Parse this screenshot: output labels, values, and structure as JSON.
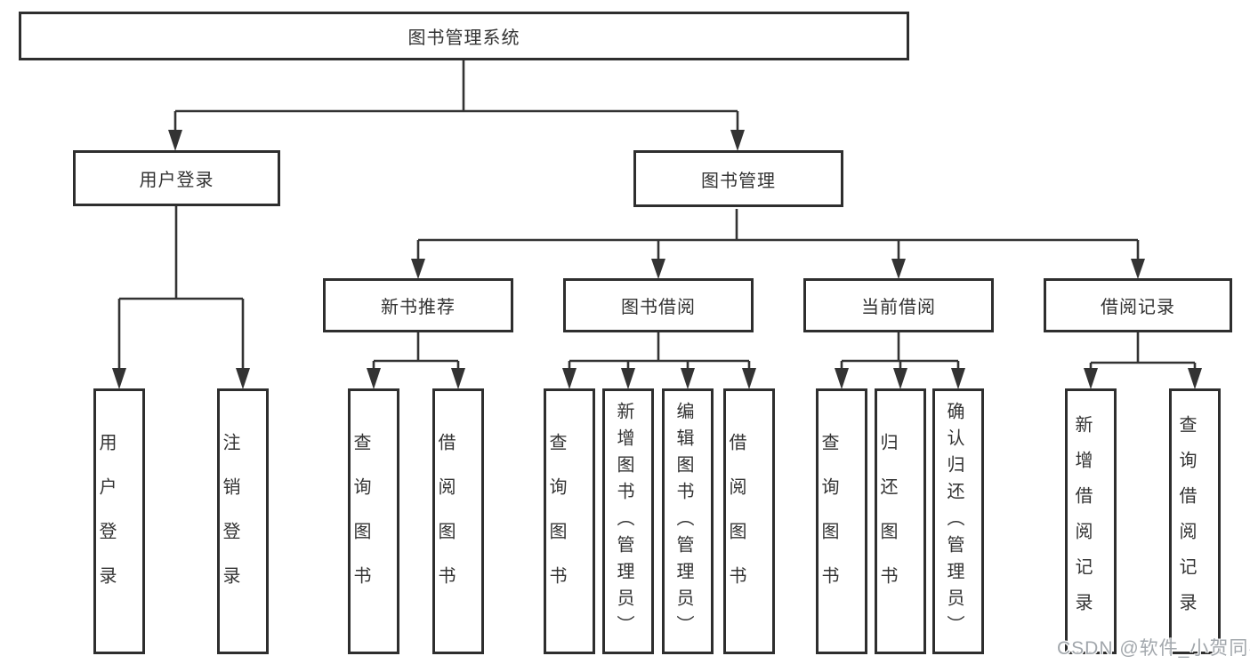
{
  "diagram": {
    "root": {
      "label": "图书管理系统"
    },
    "branches": [
      {
        "label": "用户登录",
        "children": [
          {
            "label": "用户登录"
          },
          {
            "label": "注销登录"
          }
        ]
      },
      {
        "label": "图书管理",
        "children": [
          {
            "label": "新书推荐",
            "children": [
              {
                "label": "查询图书"
              },
              {
                "label": "借阅图书"
              }
            ]
          },
          {
            "label": "图书借阅",
            "children": [
              {
                "label": "查询图书"
              },
              {
                "label": "新增图书（管理员）"
              },
              {
                "label": "编辑图书（管理员）"
              },
              {
                "label": "借阅图书"
              }
            ]
          },
          {
            "label": "当前借阅",
            "children": [
              {
                "label": "查询图书"
              },
              {
                "label": "归还图书"
              },
              {
                "label": "确认归还（管理员）"
              }
            ]
          },
          {
            "label": "借阅记录",
            "children": [
              {
                "label": "新增借阅记录"
              },
              {
                "label": "查询借阅记录"
              }
            ]
          }
        ]
      }
    ]
  },
  "watermark": {
    "text": "CSDN @软件_小贺同学"
  },
  "colors": {
    "line": "#333333",
    "box_border": "#2e2e2e",
    "text": "#333333",
    "background": "#ffffff",
    "watermark": "#a2a7ac"
  }
}
